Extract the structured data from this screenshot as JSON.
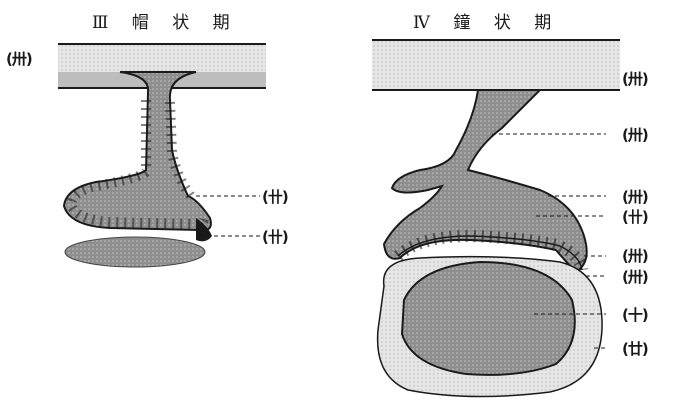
{
  "panels": [
    {
      "title": "Ⅲ 帽 状 期",
      "labels": [
        "(卅)",
        "(卄)",
        "(卄)"
      ]
    },
    {
      "title": "Ⅳ 鐘 状 期",
      "labels": [
        "(卅)",
        "(卅)",
        "(卅)",
        "(卄)",
        "(卅)",
        "(卅)",
        "(十)",
        "(廿)"
      ]
    }
  ],
  "colors": {
    "ink": "#1a1a1a",
    "stipple": "#8a8a8a",
    "light_stipple": "#d2d2d2",
    "paper": "#ffffff"
  }
}
